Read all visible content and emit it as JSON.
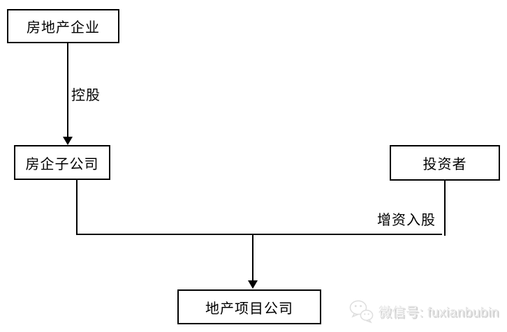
{
  "diagram": {
    "nodes": {
      "parent_company": {
        "label": "房地产企业"
      },
      "subsidiary": {
        "label": "房企子公司"
      },
      "investor": {
        "label": "投资者"
      },
      "project_company": {
        "label": "地产项目公司"
      }
    },
    "edge_labels": {
      "holding": "控股",
      "capital_increase": "增资入股"
    },
    "colors": {
      "background": "#ffffff",
      "line": "#000000",
      "box_border": "#000000"
    }
  },
  "watermark": {
    "icon": "wechat-icon",
    "label": "微信号: fuxianbubin",
    "color": "#e6e6e6"
  }
}
